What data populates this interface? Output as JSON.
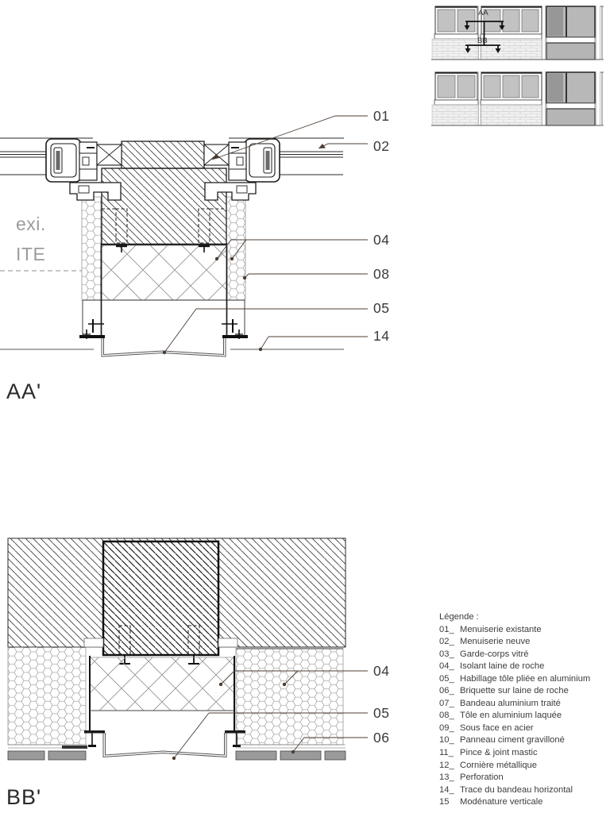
{
  "sections": {
    "aa": {
      "title": "AA'",
      "labels": {
        "exi": "exi.",
        "ite": "ITE"
      },
      "callouts": [
        "01",
        "02",
        "04",
        "08",
        "05",
        "14"
      ]
    },
    "bb": {
      "title": "BB'",
      "callouts": [
        "04",
        "05",
        "06"
      ]
    }
  },
  "key_plan": {
    "marker_aa": "AA",
    "marker_bb": "BB"
  },
  "legend": {
    "title": "Légende :",
    "items": [
      {
        "num": "01_",
        "label": "Menuiserie existante"
      },
      {
        "num": "02_",
        "label": "Menuiserie neuve"
      },
      {
        "num": "03_",
        "label": "Garde-corps vitré"
      },
      {
        "num": "04_",
        "label": "Isolant laine de roche"
      },
      {
        "num": "05_",
        "label": "Habillage tôle pliée en aluminium"
      },
      {
        "num": "06_",
        "label": "Briquette sur laine de roche"
      },
      {
        "num": "07_",
        "label": "Bandeau aluminium traité"
      },
      {
        "num": "08_",
        "label": "Tôle en aluminium laquée"
      },
      {
        "num": "09_",
        "label": "Sous face en acier"
      },
      {
        "num": "10_",
        "label": "Panneau ciment gravilloné"
      },
      {
        "num": "11_",
        "label": "Pince & joint mastic"
      },
      {
        "num": "12_",
        "label": "Cornière métallique"
      },
      {
        "num": "13_",
        "label": "Perforation"
      },
      {
        "num": "14_",
        "label": "Trace du bandeau horizontal"
      },
      {
        "num": "15",
        "label": "Modénature verticale"
      }
    ]
  },
  "colors": {
    "line": "#1c1c1c",
    "hatch": "#3f3f3f",
    "leader": "#4c3d33",
    "muted_text": "#9c9c9c",
    "text": "#3c3c3c"
  }
}
